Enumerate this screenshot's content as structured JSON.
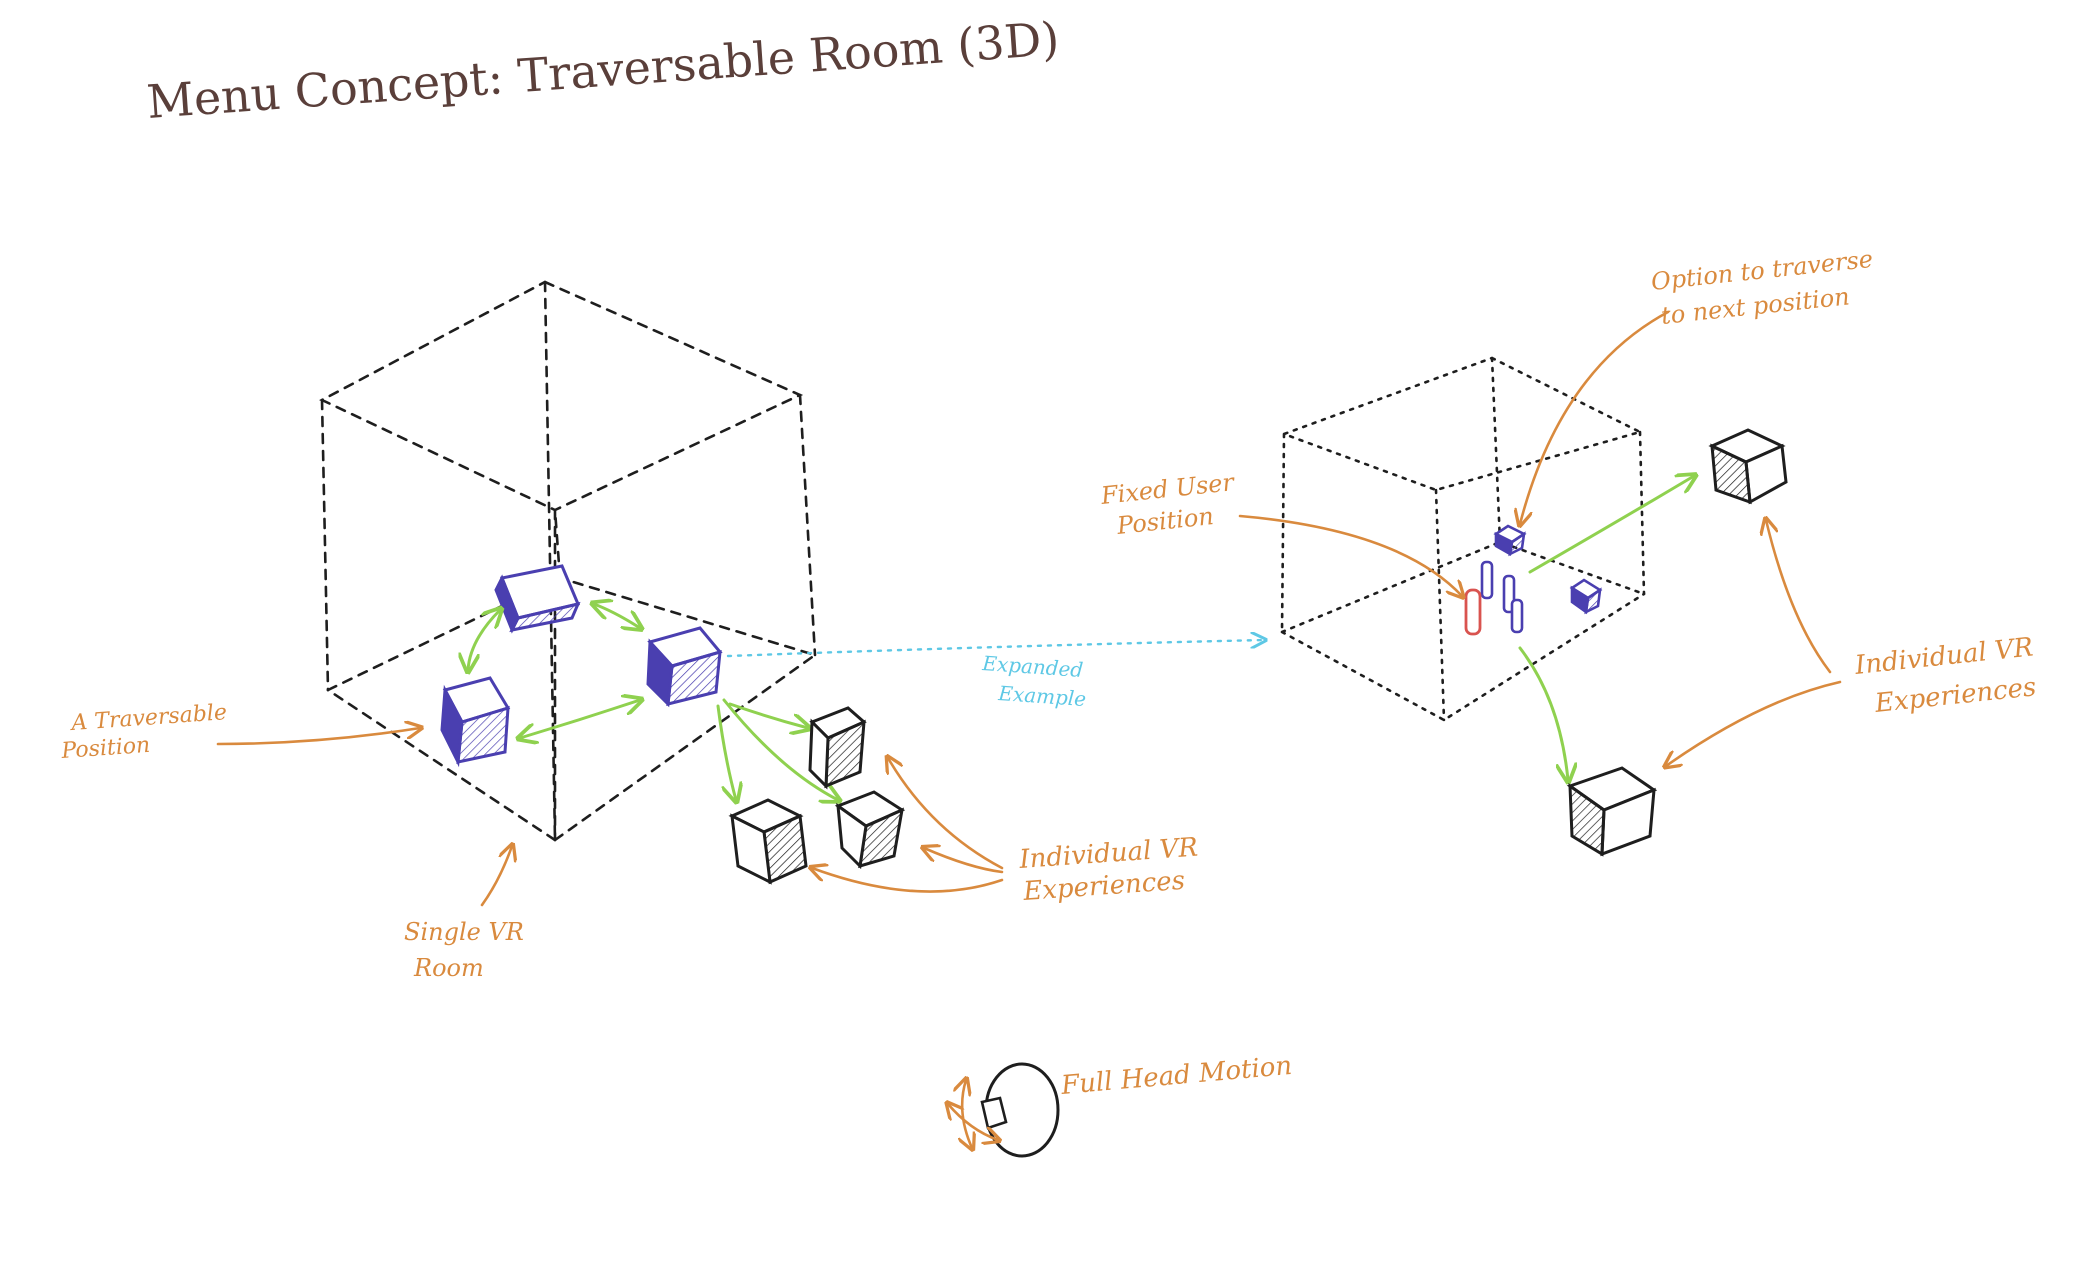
{
  "title": "Menu Concept:   Traversable Room (3D)",
  "labels": {
    "traversable_position": [
      "A Traversable",
      "Position"
    ],
    "single_room": [
      "Single VR",
      "Room"
    ],
    "individual_left": [
      "Individual VR",
      "Experiences"
    ],
    "expanded": [
      "Expanded",
      "Example"
    ],
    "fixed_user": [
      "Fixed User",
      "Position"
    ],
    "option_traverse": [
      "Option to traverse",
      "to next position"
    ],
    "individual_right": [
      "Individual VR",
      "Experiences"
    ],
    "head_motion": "Full Head Motion"
  },
  "colors": {
    "ink": "#1e1e1e",
    "annotation": "#d98a3e",
    "position_box": "#4a3fb0",
    "link_arrow": "#8fd14f",
    "expand_arrow": "#5ec8e5",
    "user_marker": "#d9534f"
  }
}
